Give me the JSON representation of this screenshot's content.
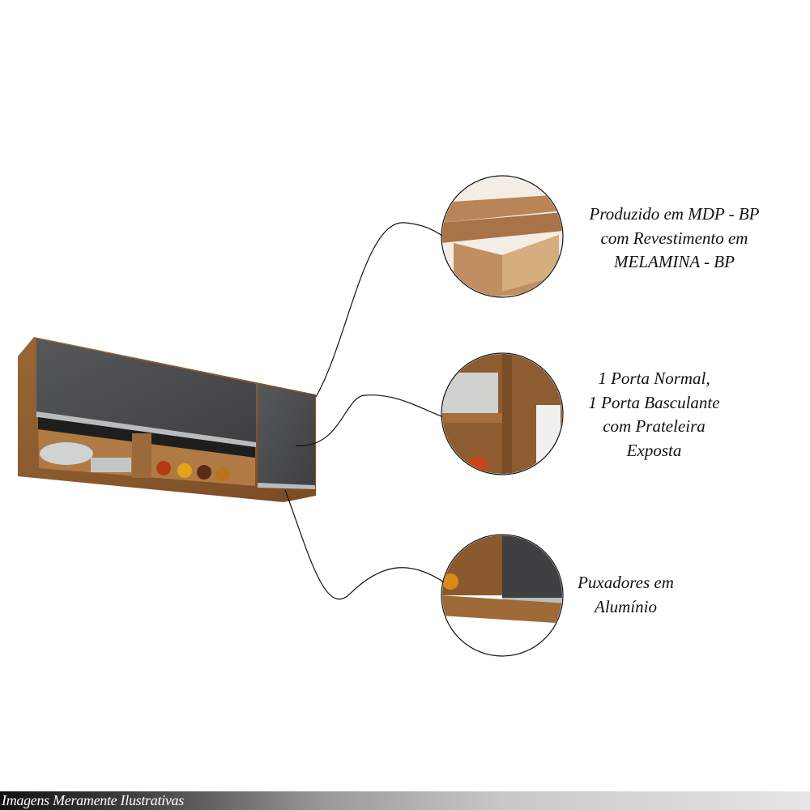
{
  "features": [
    {
      "lines": [
        "Produzido em MDP - BP",
        "com Revestimento em",
        "MELAMINA - BP"
      ],
      "icon": "mdp-board-closeup"
    },
    {
      "lines": [
        "1 Porta Normal,",
        "1 Porta Basculante",
        "com Prateleira",
        "Exposta"
      ],
      "icon": "shelf-closeup"
    },
    {
      "lines": [
        "Puxadores em",
        "Alumínio"
      ],
      "icon": "aluminium-handle-closeup"
    }
  ],
  "footer": {
    "text": "Imagens Meramente Ilustrativas"
  },
  "colors": {
    "wood": "#8a5a2e",
    "door": "#4a4b4d",
    "aluminium": "#b9bcbf"
  }
}
